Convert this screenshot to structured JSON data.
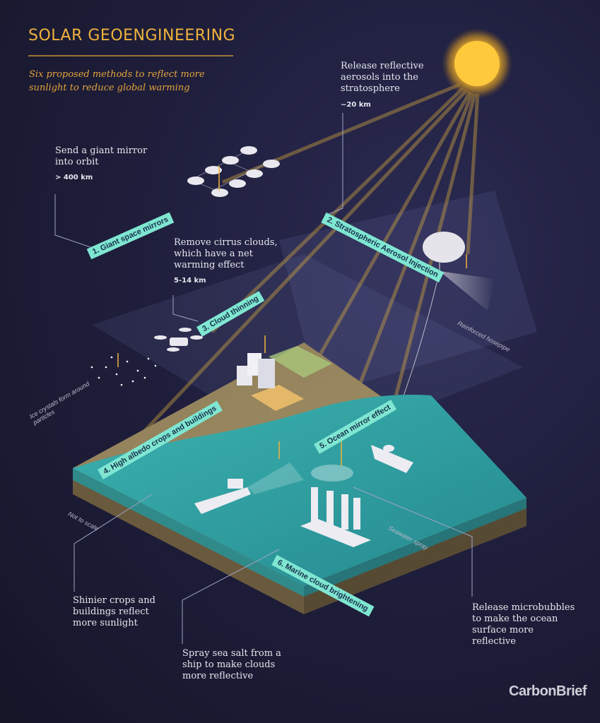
{
  "title": "SOLAR GEOENGINEERING",
  "subtitle": "Six proposed methods to reflect more sunlight to reduce global warming",
  "methods": [
    {
      "label": "1. Giant space mirrors",
      "description": "Send a giant mirror into orbit",
      "distance": "> 400 km"
    },
    {
      "label": "2. Stratospheric Aerosol Injection",
      "description": "Release reflective aerosols into the stratosphere",
      "distance": "~20 km"
    },
    {
      "label": "3. Cloud thinning",
      "description": "Remove cirrus clouds, which have a net warming effect",
      "distance": "5-14 km"
    },
    {
      "label": "4. High albedo crops and buildings",
      "description": "Shinier crops and buildings reflect more sunlight"
    },
    {
      "label": "5. Ocean mirror effect",
      "description": "Release microbubbles to make the ocean surface more reflective"
    },
    {
      "label": "6. Marine cloud brightening",
      "description": "Spray sea salt from a ship to make clouds more reflective"
    }
  ],
  "annotations": {
    "reinforced_hosepipe": "Reinforced hosepipe",
    "ice_crystals": "Ice crystals form around particles",
    "not_to_scale": "Not to scale",
    "seawater_spray": "Seawater spray"
  },
  "brand": "CarbonBrief",
  "colors": {
    "accent": "#f0b23c",
    "tag": "#7fe6d2",
    "sea": "#2f9ea0",
    "sun": "#f7c543"
  }
}
